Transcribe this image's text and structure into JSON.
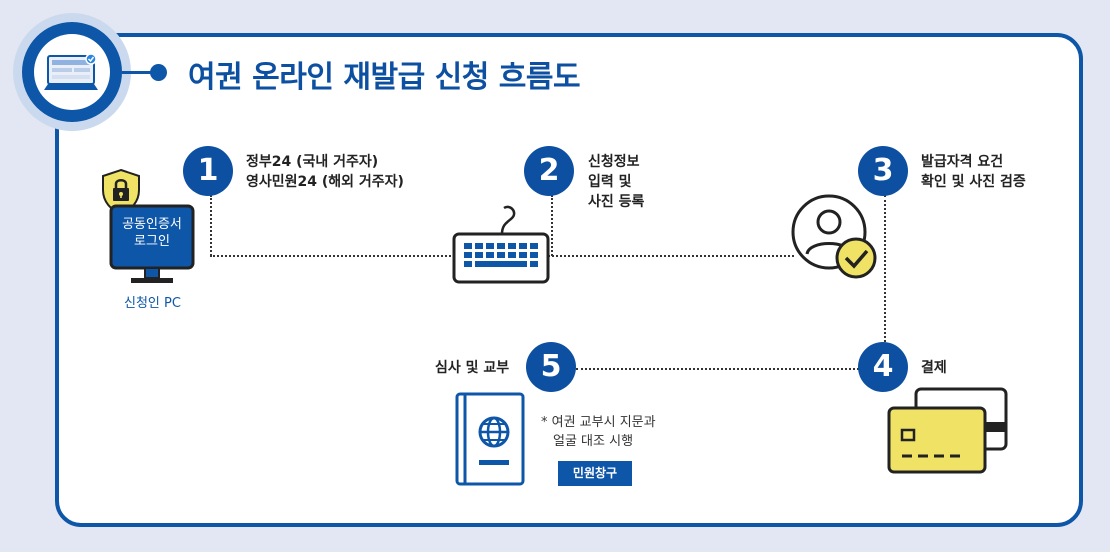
{
  "title": "여권 온라인 재발급 신청 흐름도",
  "pc": {
    "screen_line1": "공동인증서",
    "screen_line2": "로그인",
    "label": "신청인 PC"
  },
  "steps": [
    {
      "number": "1",
      "line1": "정부24 (국내 거주자)",
      "line2": "영사민원24 (해외 거주자)"
    },
    {
      "number": "2",
      "line1": "신청정보",
      "line2": "입력 및",
      "line3": "사진 등록"
    },
    {
      "number": "3",
      "line1": "발급자격 요건",
      "line2": "확인 및 사진 검증"
    },
    {
      "number": "4",
      "line1": "결제"
    },
    {
      "number": "5",
      "line1": "심사 및 교부"
    }
  ],
  "note": {
    "line1": "* 여권 교부시 지문과",
    "line2": "얼굴 대조 시행"
  },
  "counter_label": "민원창구",
  "colors": {
    "primary": "#0d56a8",
    "accent_yellow": "#f0e264",
    "background": "#e3e7f3"
  },
  "icons": [
    "laptop-icon",
    "lock-shield-icon",
    "monitor-icon",
    "keyboard-icon",
    "user-check-icon",
    "credit-card-icon",
    "passport-icon"
  ]
}
